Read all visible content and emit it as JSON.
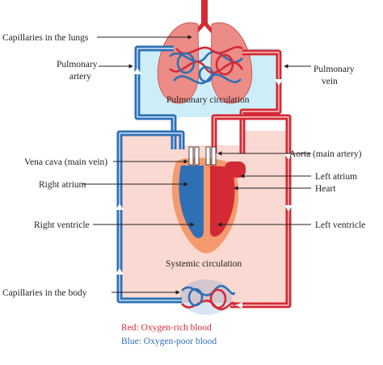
{
  "colors": {
    "oxygen_rich": "#d42a35",
    "oxygen_poor": "#2f6fb5",
    "pulmonary_area": "#cdeef8",
    "systemic_area": "#f9d9d2",
    "lung": "#ec8c86",
    "heart_outer": "#f49a6e"
  },
  "labels": {
    "capillaries_lungs": "Capillaries in the lungs",
    "pulmonary_artery_1": "Pulmonary",
    "pulmonary_artery_2": "artery",
    "pulmonary_vein_1": "Pulmonary",
    "pulmonary_vein_2": "vein",
    "pulmonary_circulation": "Pulmonary circulation",
    "vena_cava": "Vena cava (main vein)",
    "aorta": "Aorta (main artery)",
    "right_atrium": "Right atrium",
    "left_atrium": "Left atrium",
    "heart": "Heart",
    "right_ventricle": "Right ventricle",
    "left_ventricle": "Left ventricle",
    "systemic_circulation": "Systemic circulation",
    "capillaries_body": "Capillaries in the body"
  },
  "legend": {
    "red": "Red: Oxygen-rich blood",
    "blue": "Blue: Oxygen-poor blood"
  }
}
